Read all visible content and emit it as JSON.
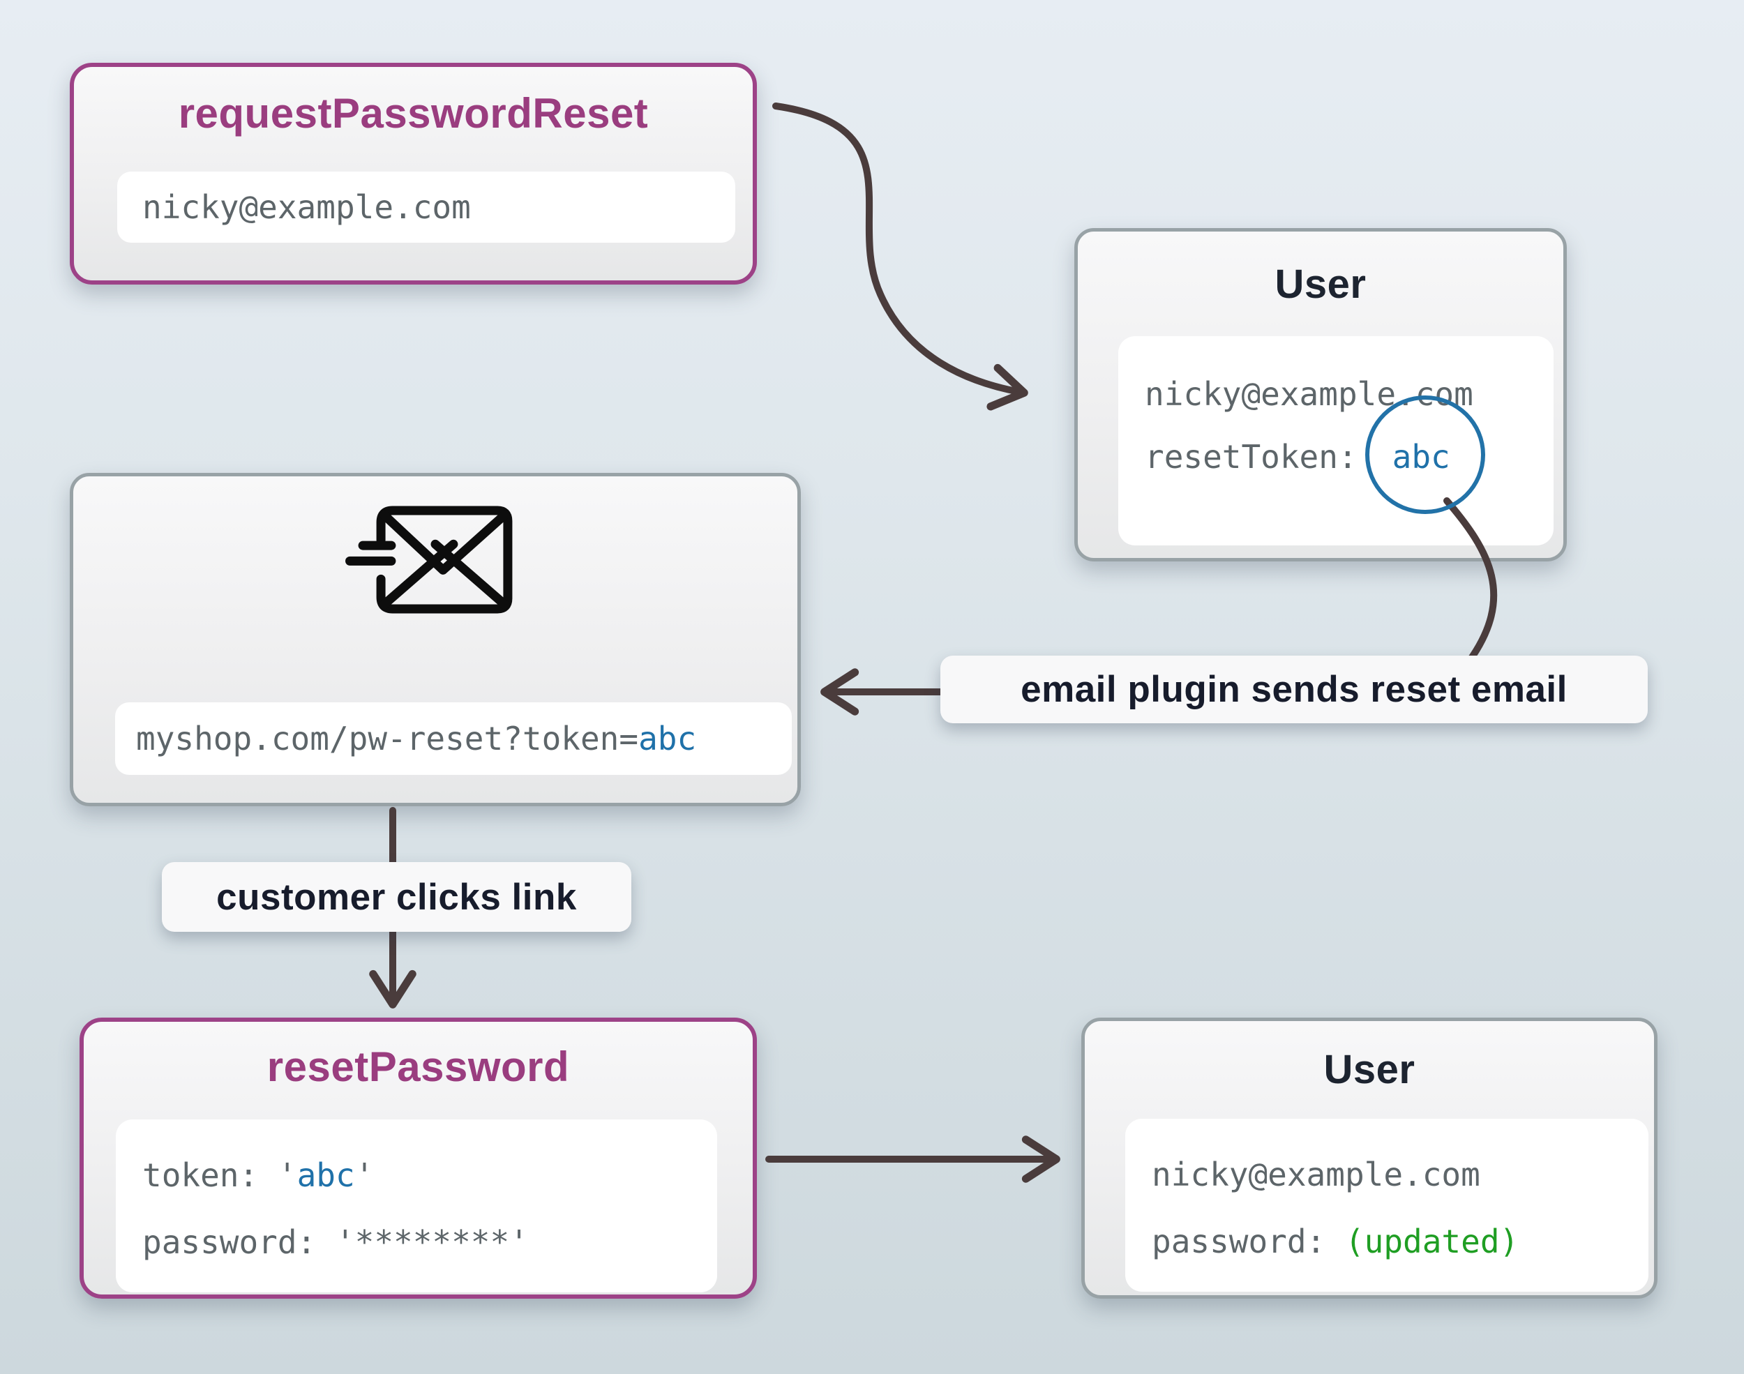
{
  "colors": {
    "accent_purple_border": "#9d4287",
    "accent_magenta_title": "#9a3d7f",
    "accent_blue": "#1f71a9",
    "accent_green": "#1f9e23",
    "arrow": "#4a3c3c",
    "gray_border": "#98a2a6",
    "mono_text_gray": "#5d6569",
    "title_dark": "#1d2430",
    "background_top": "#e7edf3",
    "background_bottom": "#cdd8dd"
  },
  "nodes": {
    "request_password_reset": {
      "title": "requestPasswordReset",
      "input_value": "nicky@example.com"
    },
    "user_after_request": {
      "title": "User",
      "email": "nicky@example.com",
      "token_label": "resetToken:",
      "token_value": "abc"
    },
    "reset_email": {
      "icon": "mail-send-icon",
      "url_prefix": "myshop.com/pw-reset?token=",
      "url_token": "abc"
    },
    "reset_password": {
      "title": "resetPassword",
      "token_label": "token: ",
      "token_open_quote": "'",
      "token_value": "abc",
      "token_close_quote": "'",
      "password_line": "password: '********'"
    },
    "user_after_reset": {
      "title": "User",
      "email": "nicky@example.com",
      "password_label": "password: ",
      "password_value": "(updated)"
    }
  },
  "annotations": {
    "email_plugin": "email plugin sends reset email",
    "customer_clicks": "customer clicks link"
  }
}
